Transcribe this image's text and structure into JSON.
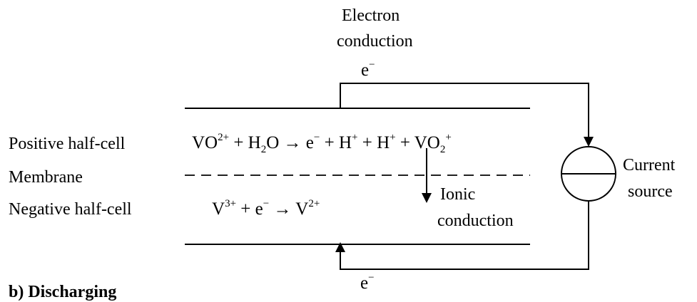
{
  "labels": {
    "electron_line1": "Electron",
    "electron_line2": "conduction",
    "electron_top": "e",
    "electron_top_sup": "−",
    "positive": "Positive half-cell",
    "membrane": "Membrane",
    "negative": "Negative half-cell",
    "ionic_line1": "Ionic",
    "ionic_line2": "conduction",
    "current_line1": "Current",
    "current_line2": "source",
    "electron_bottom": "e",
    "electron_bottom_sup": "−",
    "section_caption": "b) Discharging"
  },
  "equations": {
    "positive": {
      "a": "VO",
      "a_sup": "2+",
      "b": " + H",
      "b_sub": "2",
      "c": "O → e",
      "c_sup": "−",
      "d": " + H",
      "d_sup": "+",
      "e": " + H",
      "e_sup": "+",
      "f": " + VO",
      "f_sub": "2",
      "f_sup": "+"
    },
    "negative": {
      "a": "V",
      "a_sup": "3+",
      "b": " + e",
      "b_sup": "−",
      "c": " →  V",
      "c_sup": "2+"
    }
  },
  "colors": {
    "ink": "#000000",
    "background": "#ffffff"
  }
}
